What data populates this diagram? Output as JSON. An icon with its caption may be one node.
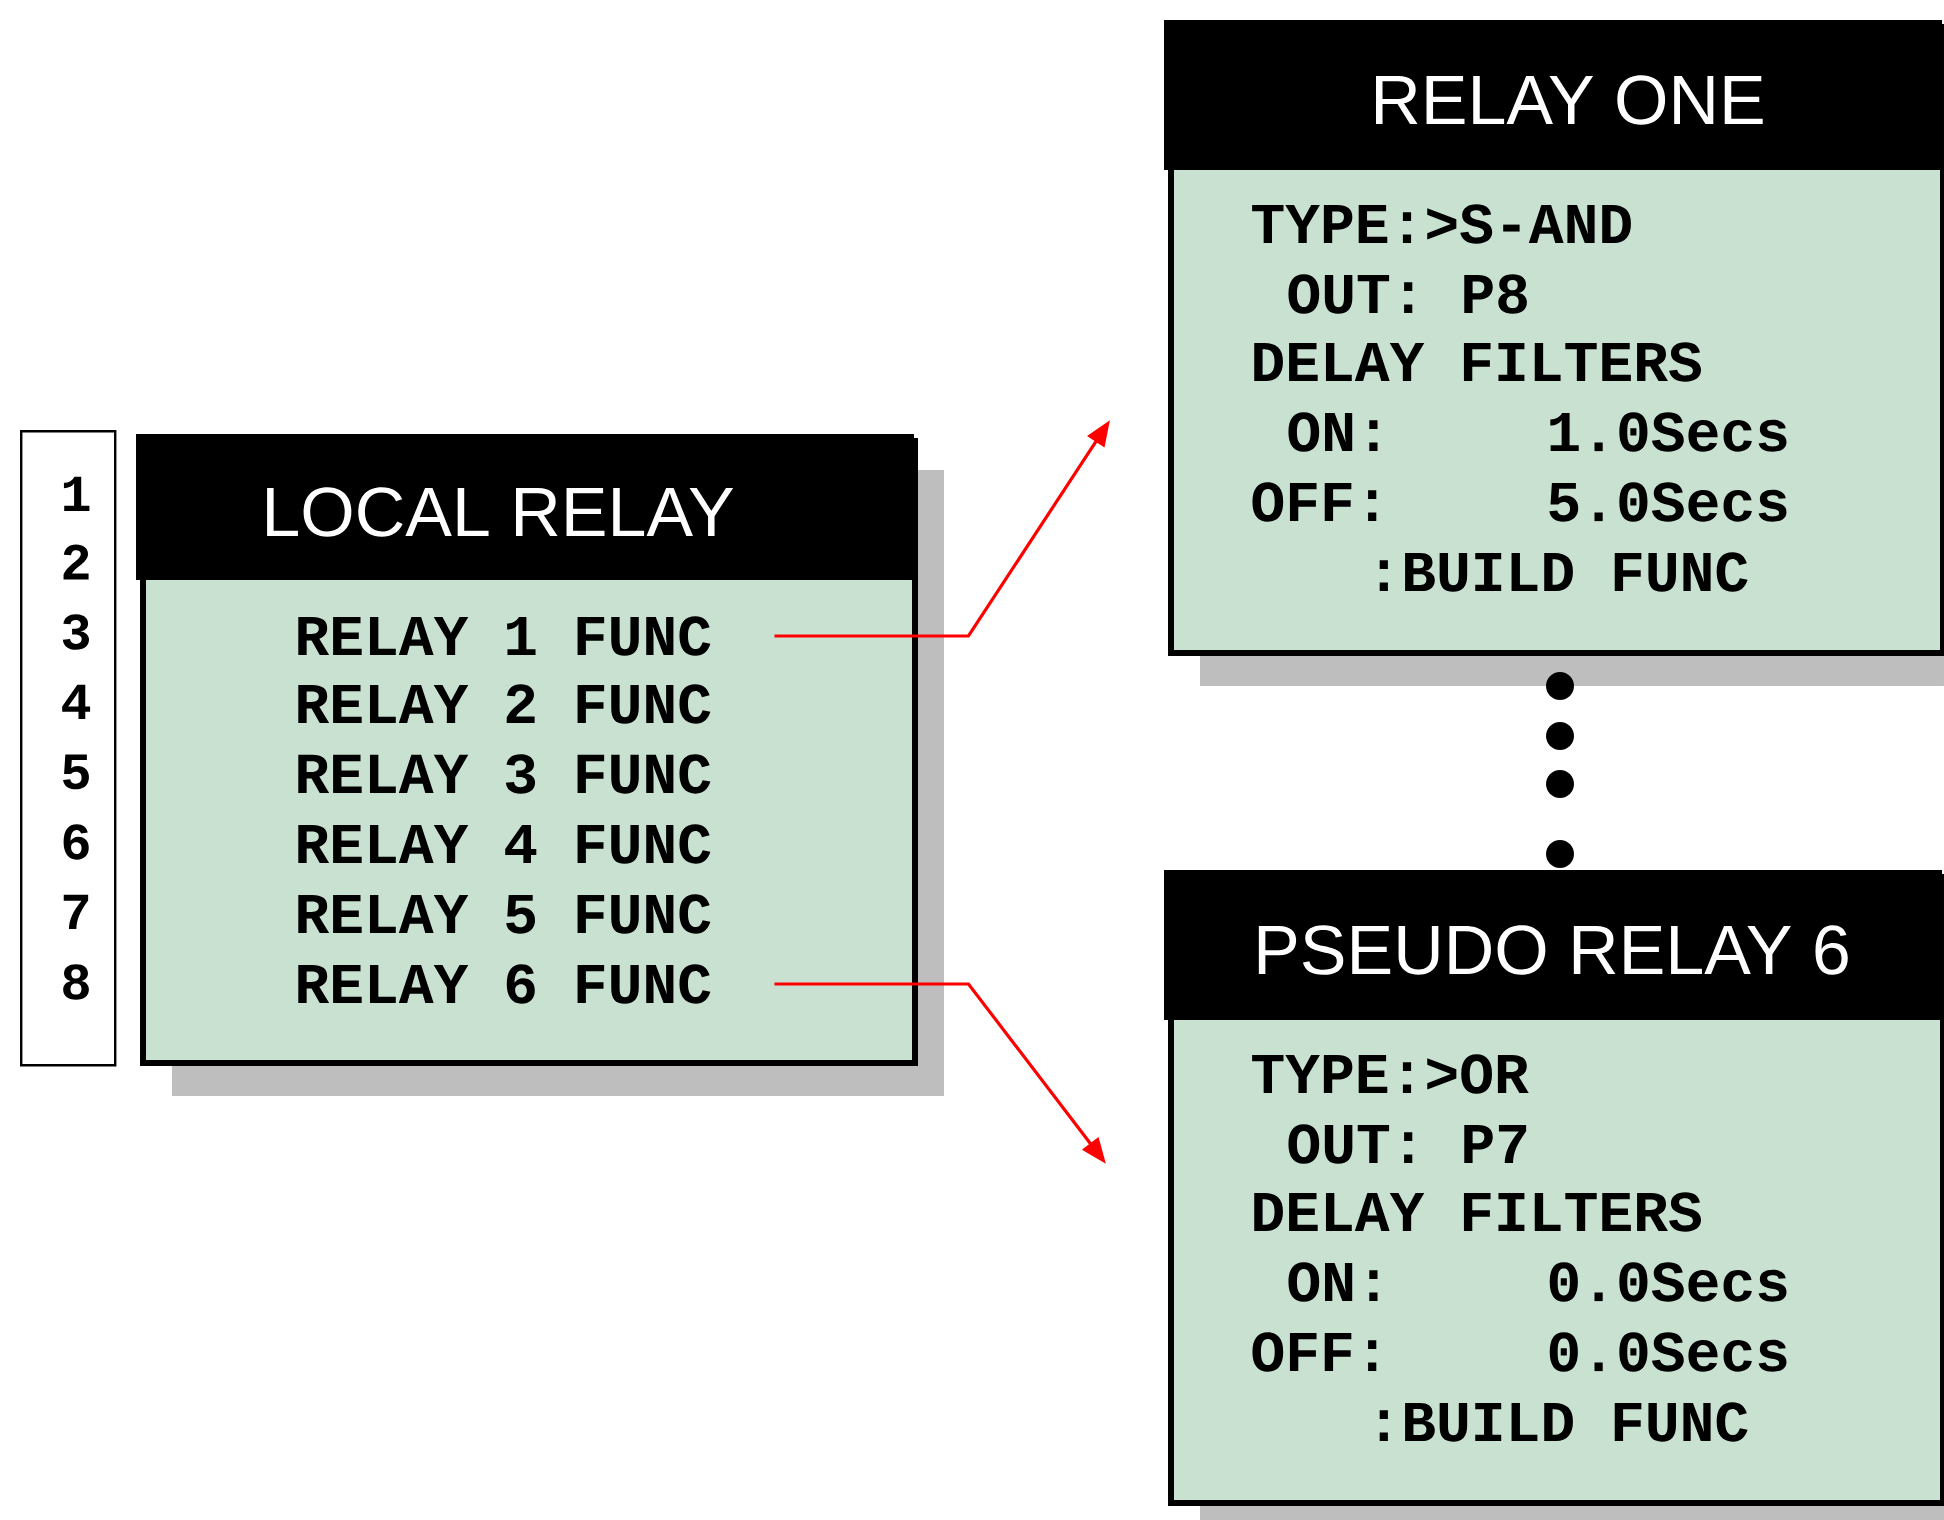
{
  "diagram": {
    "nodes": [
      {
        "text": [
          "1",
          "2",
          "3",
          "4",
          "5",
          "6",
          "7",
          "8"
        ]
      },
      {
        "text": [
          "LOCAL RELAY"
        ]
      },
      {
        "text": [
          "RELAY 1 FUNC"
        ],
        "in": 1
      },
      {
        "text": [
          "RELAY 2 FUNC"
        ],
        "in": 1
      },
      {
        "text": [
          "RELAY 3 FUNC"
        ],
        "in": 1
      },
      {
        "text": [
          "RELAY 4 FUNC"
        ],
        "in": 1
      },
      {
        "text": [
          "RELAY 5 FUNC"
        ],
        "in": 1
      },
      {
        "text": [
          "RELAY 6 FUNC"
        ],
        "in": 1
      },
      {
        "text": [
          "RELAY ONE",
          "TYPE:>S-AND",
          "OUT: P8",
          "DELAY FILTERS",
          "ON:",
          "1.0Secs",
          "OFF:",
          "5.0Secs",
          ":BUILD FUNC"
        ]
      },
      {
        "text": [
          "PSEUDO RELAY 6",
          "TYPE:>OR",
          "OUT: P7",
          "DELAY FILTERS",
          "ON:",
          "0.0Secs",
          "OFF:",
          "0.0Secs",
          ":BUILD FUNC"
        ]
      }
    ],
    "edges": [
      {
        "from": 2,
        "to": 8,
        "arrow": "to",
        "color": "#ff0000"
      },
      {
        "from": 7,
        "to": 9,
        "arrow": "to",
        "color": "#ff0000"
      }
    ]
  }
}
